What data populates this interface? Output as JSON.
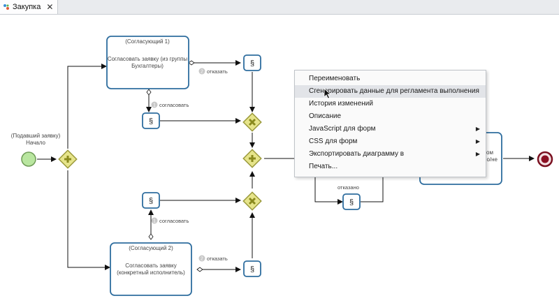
{
  "tab": {
    "title": "Закупка",
    "close": "✕"
  },
  "diagram": {
    "start_label_line1": "(Подавший заявку)",
    "start_label_line2": "Начало",
    "task1_role": "(Согласующий 1)",
    "task1_name_line1": "Согласовать заявку (из группы",
    "task1_name_line2": "Бухгалтеры)",
    "task2_role": "(Согласующий 2)",
    "task2_name_line1": "Согласовать заявку",
    "task2_name_line2": "(конкретный исполнитель)",
    "flow_refuse_num": "2",
    "flow_refuse": "отказать",
    "flow_agree_num": "1",
    "flow_agree": "согласовать",
    "flow_refused": "отказано",
    "task3_frag_line1": "ом",
    "task3_frag_line2": "но/не"
  },
  "context_menu": {
    "items": [
      {
        "label": "Переименовать",
        "submenu": false,
        "highlighted": false
      },
      {
        "label": "Сгенерировать данные для регламента выполнения",
        "submenu": false,
        "highlighted": true
      },
      {
        "label": "История изменений",
        "submenu": false,
        "highlighted": false
      },
      {
        "label": "Описание",
        "submenu": false,
        "highlighted": false
      },
      {
        "label": "JavaScript для форм",
        "submenu": true,
        "highlighted": false
      },
      {
        "label": "CSS для форм",
        "submenu": true,
        "highlighted": false
      },
      {
        "label": "Экспортировать диаграмму в",
        "submenu": true,
        "highlighted": false
      },
      {
        "label": "Печать...",
        "submenu": false,
        "highlighted": false
      }
    ]
  },
  "colors": {
    "task_border": "#2e6d9e",
    "gateway_fill": "#e6e48a",
    "gateway_border": "#9b9a3c",
    "start_fill": "#b9e6a0",
    "end_border": "#7a1020",
    "highlight": "#e2e4e8"
  }
}
